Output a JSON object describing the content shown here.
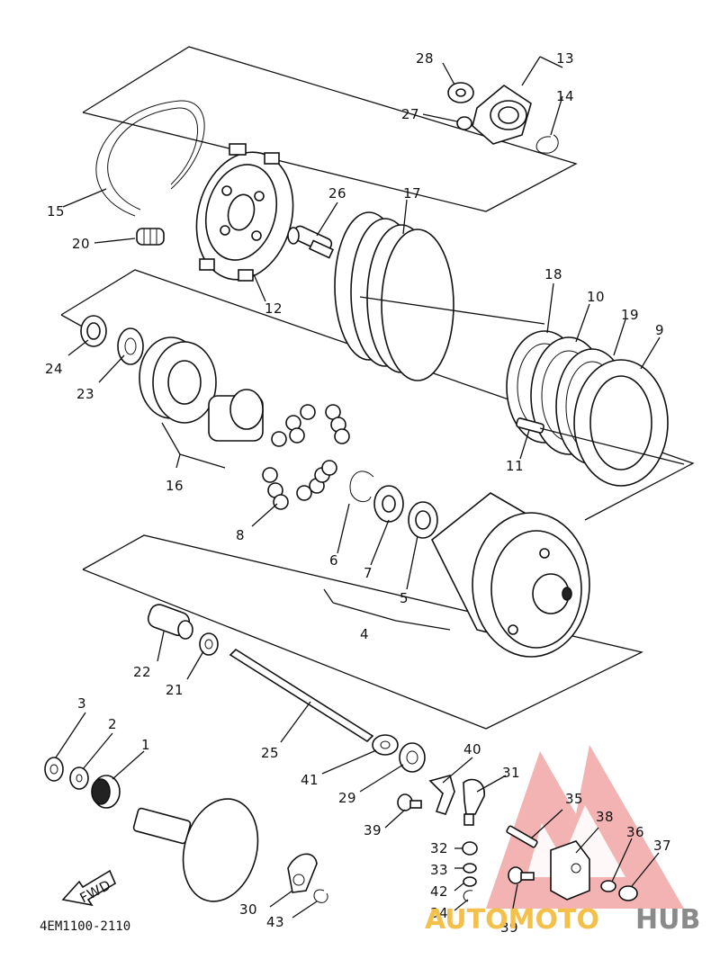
{
  "diagram_code": "4EM1100-2110",
  "direction_label": "FWD",
  "watermark": {
    "part1": "AUTOMOTO",
    "part2": "HUB",
    "accent_color": "#e53935",
    "text_color_1": "#f3c14b",
    "text_color_2": "#8a8a8a"
  },
  "callouts": {
    "c1": "1",
    "c2": "2",
    "c3": "3",
    "c4": "4",
    "c5": "5",
    "c6": "6",
    "c7": "7",
    "c8": "8",
    "c9": "9",
    "c10": "10",
    "c11": "11",
    "c12": "12",
    "c13": "13",
    "c14": "14",
    "c15": "15",
    "c16": "16",
    "c17": "17",
    "c18": "18",
    "c19": "19",
    "c20": "20",
    "c21": "21",
    "c22": "22",
    "c23": "23",
    "c24": "24",
    "c25": "25",
    "c26": "26",
    "c27": "27",
    "c28": "28",
    "c29": "29",
    "c30": "30",
    "c31": "31",
    "c32": "32",
    "c33": "33",
    "c34": "34",
    "c35": "35",
    "c36": "36",
    "c37": "37",
    "c38": "38",
    "c39a": "39",
    "c39b": "39",
    "c40": "40",
    "c41": "41",
    "c42": "42",
    "c43": "43"
  }
}
